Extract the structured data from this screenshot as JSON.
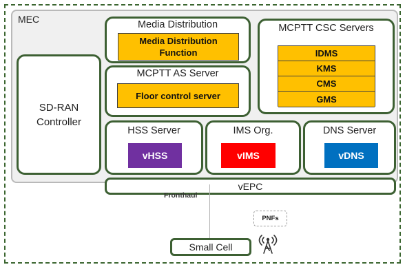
{
  "mec": {
    "label": "MEC"
  },
  "sd_ran": {
    "label": "SD-RAN\nController"
  },
  "media_distribution": {
    "title": "Media Distribution",
    "function_label": "Media Distribution\nFunction"
  },
  "mcptt_as": {
    "title": "MCPTT AS Server",
    "floor_control_label": "Floor control server"
  },
  "mcptt_csc": {
    "title": "MCPTT CSC Servers",
    "items": [
      "IDMS",
      "KMS",
      "CMS",
      "GMS"
    ]
  },
  "hss": {
    "title": "HSS Server",
    "vnf_label": "vHSS",
    "vnf_color": "#7030a0"
  },
  "ims": {
    "title": "IMS Org.",
    "vnf_label": "vIMS",
    "vnf_color": "#ff0000"
  },
  "dns": {
    "title": "DNS Server",
    "vnf_label": "vDNS",
    "vnf_color": "#0070c0"
  },
  "vepc": {
    "label": "vEPC"
  },
  "fronthaul": {
    "label": "Fronthaul"
  },
  "pnfs": {
    "label": "PNFs",
    "icon": "radio-tower-icon"
  },
  "small_cell": {
    "label": "Small Cell"
  },
  "colors": {
    "frame_green": "#3d6033",
    "function_orange": "#ffc000"
  }
}
